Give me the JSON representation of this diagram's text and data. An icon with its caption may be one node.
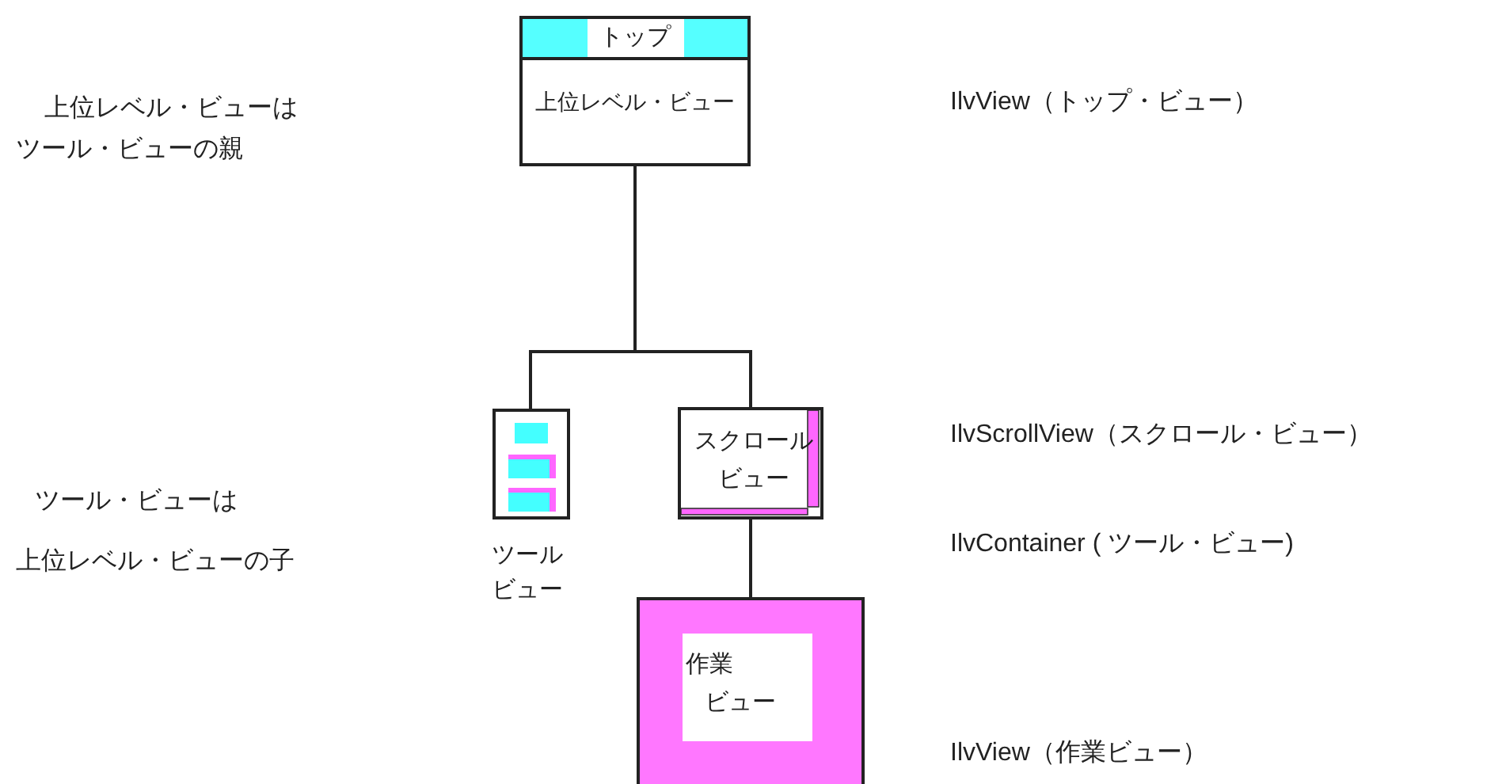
{
  "diagram": {
    "nodes": [
      {
        "text": [
          "トップ",
          "上位レベル・ビュー"
        ]
      },
      {
        "text": [],
        "shape": "box",
        "beside": [
          "ツールビュー"
        ]
      },
      {
        "text": [
          "スクロールビュー"
        ]
      },
      {
        "text": [],
        "shape": "box"
      },
      {
        "text": [
          "作業ビュー"
        ],
        "in": 3
      }
    ],
    "edges": [
      {
        "from": 0,
        "to": 1,
        "arrow": "none"
      },
      {
        "from": 0,
        "to": 2,
        "arrow": "none"
      },
      {
        "from": 2,
        "to": 3,
        "arrow": "none"
      }
    ],
    "labels": [
      "上位レベル・ビューはツール・ビューの親",
      "ツール・ビューは",
      "上位レベル・ビューの子",
      "IlvView（トップ・ビュー）",
      "IlvScrollView（スクロール・ビュー）",
      "IlvContainer ( ツール・ビュー)",
      "IlvView（作業ビュー）"
    ]
  }
}
